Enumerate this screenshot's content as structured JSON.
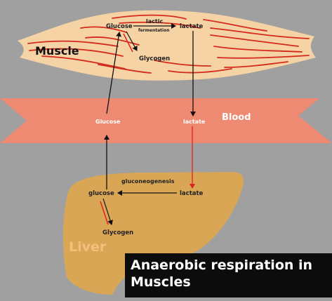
{
  "diagram": {
    "muscle_label": "Muscle",
    "muscle_glucose": "Glucose",
    "lactic_top": "lactic",
    "lactic_bottom": "fermentation",
    "muscle_lactate": "lactate",
    "muscle_glycogen": "Glycogen",
    "blood_label": "Blood",
    "blood_glucose": "Glucose",
    "blood_lactate": "lactate",
    "gluconeogenesis": "gluconeogenesis",
    "liver_glucose": "glucose",
    "liver_lactate": "lactate",
    "liver_glycogen": "Glycogen",
    "liver_label": "Liver"
  },
  "caption": {
    "line1": "Anaerobic respiration in",
    "line2": "Muscles"
  },
  "colors": {
    "background": "#a0a0a0",
    "muscle_fill": "#f5d3a4",
    "muscle_fiber": "#d42a1c",
    "blood_fill": "#ee8a72",
    "liver_fill": "#d9a656",
    "liver_label": "#f1c07a",
    "arrow_red": "#e02020"
  }
}
